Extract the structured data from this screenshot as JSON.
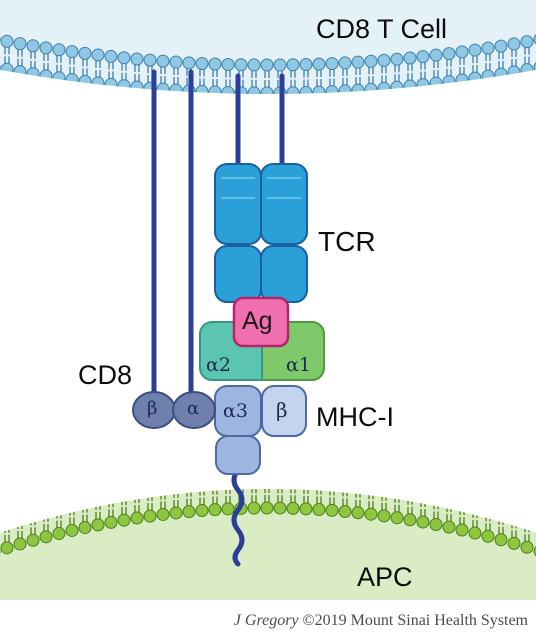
{
  "cells": {
    "top": "CD8 T Cell",
    "bottom": "APC"
  },
  "molecules": {
    "cd8": {
      "label": "CD8",
      "beta": "β",
      "alpha": "α"
    },
    "tcr": {
      "label": "TCR"
    },
    "antigen": {
      "label": "Ag"
    },
    "mhc": {
      "label": "MHC-I",
      "alpha1": "α1",
      "alpha2": "α2",
      "alpha3": "α3",
      "beta": "β"
    }
  },
  "credit": {
    "author": "J Gregory",
    "rest": "©2019 Mount Sinai Health System"
  },
  "colors": {
    "tcell_fill": "#e4f1f6",
    "tcell_membrane": "#8ec8e3",
    "apc_fill": "#d9ecc3",
    "apc_membrane": "#8ec63f",
    "tcr": "#2a9fd8",
    "antigen": "#f06fae",
    "mhc_alpha1": "#7ec96a",
    "mhc_alpha2": "#5cc5b2",
    "mhc_alpha3": "#9db6e0",
    "cd8": "#6f7fae",
    "stalk": "#2c3e98"
  }
}
